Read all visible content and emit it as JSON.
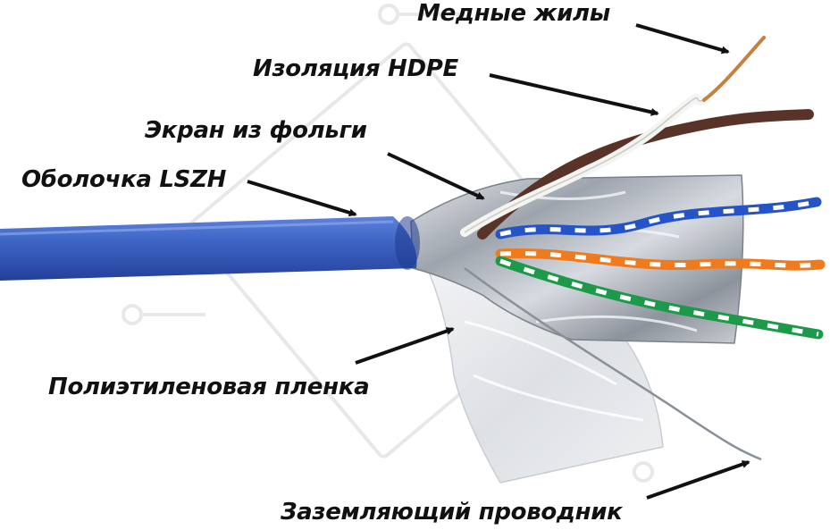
{
  "callouts": [
    {
      "id": "copper",
      "text": "Медные жилы"
    },
    {
      "id": "hdpe",
      "text": "Изоляция HDPE"
    },
    {
      "id": "foil",
      "text": "Экран из фольги"
    },
    {
      "id": "lszh",
      "text": "Оболочка LSZH"
    },
    {
      "id": "pe",
      "text": "Полиэтиленовая пленка"
    },
    {
      "id": "ground",
      "text": "Заземляющий проводник"
    }
  ],
  "colors": {
    "jacket": "#3f63c4",
    "jacket_dark": "#26409a",
    "foil": "#b9bec6",
    "brown": "#5a3328",
    "blue_pair": "#2454c8",
    "orange_pair": "#f07b1e",
    "green_pair": "#1c9a4a",
    "copper": "#c8803f",
    "watermark": "#e9e9e9"
  }
}
